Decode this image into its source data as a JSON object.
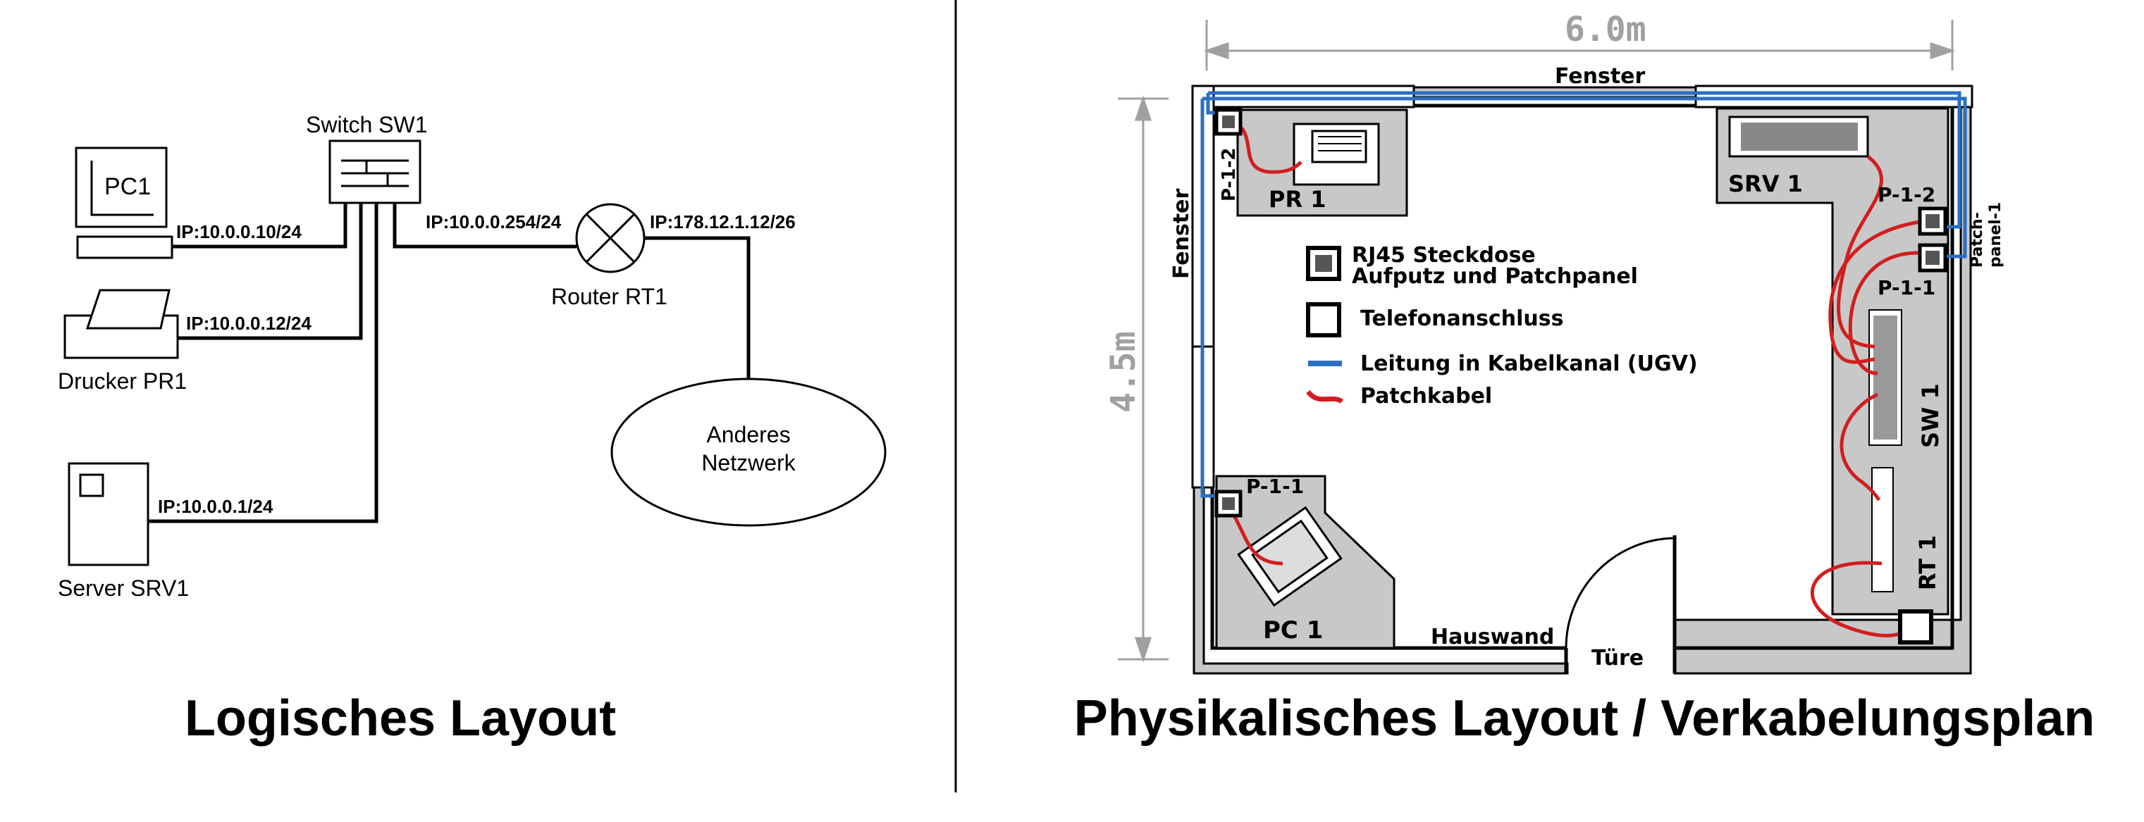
{
  "left": {
    "caption": "Logisches Layout",
    "switch_label": "Switch SW1",
    "pc_label": "PC1",
    "router_label": "Router RT1",
    "printer_label": "Drucker PR1",
    "server_label": "Server SRV1",
    "network_line1": "Anderes",
    "network_line2": "Netzwerk",
    "ip_pc": "IP:10.0.0.10/24",
    "ip_printer": "IP:10.0.0.12/24",
    "ip_server": "IP:10.0.0.1/24",
    "ip_router_in": "IP:10.0.0.254/24",
    "ip_router_out": "IP:178.12.1.12/26"
  },
  "right": {
    "caption": "Physikalisches Layout / Verkabelungsplan",
    "width_dim": "6.0m",
    "height_dim": "4.5m",
    "window_top": "Fenster",
    "window_left": "Fenster",
    "wall_label": "Hauswand",
    "door_label": "Türe",
    "pr_label": "PR 1",
    "srv_label": "SRV 1",
    "pc_label": "PC 1",
    "sw_label": "SW 1",
    "rt_label": "RT 1",
    "port_p12_left": "P-1-2",
    "port_p11_left": "P-1-1",
    "port_p12_right": "P-1-2",
    "port_p11_right": "P-1-1",
    "patch_panel_1": "Patch-",
    "patch_panel_2": "panel-1",
    "legend": {
      "rj45_1": "RJ45 Steckdose",
      "rj45_2": "Aufputz und Patchpanel",
      "phone": "Telefonanschluss",
      "duct": "Leitung in Kabelkanal (UGV)",
      "patch": "Patchkabel"
    }
  },
  "colors": {
    "line": "#000000",
    "room_fill": "#c8c8c8",
    "duct_cable": "#2a6fc2",
    "patch_cable": "#d21e1e",
    "dimension": "#a0a0a0"
  }
}
